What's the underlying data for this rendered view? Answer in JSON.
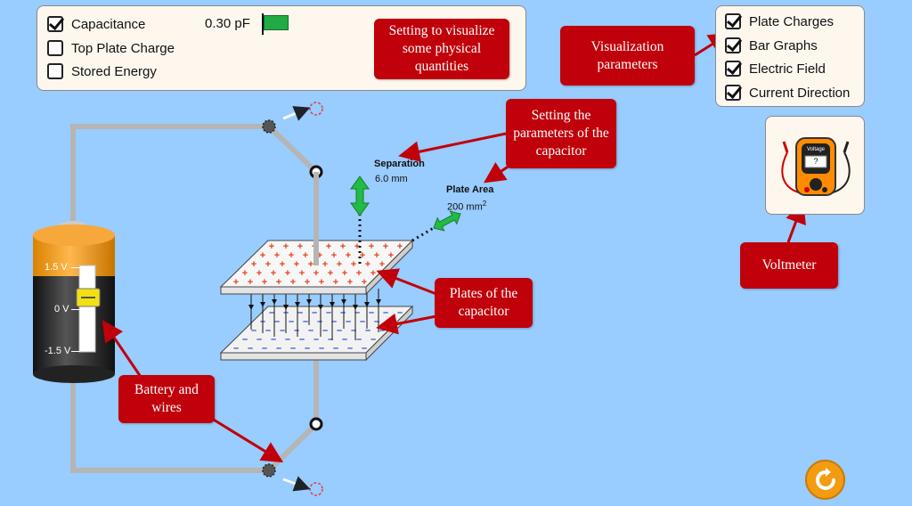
{
  "top_panel": {
    "capacitance": {
      "label": "Capacitance",
      "checked": true,
      "value": "0.30 pF"
    },
    "top_plate_charge": {
      "label": "Top Plate Charge",
      "checked": false
    },
    "stored_energy": {
      "label": "Stored Energy",
      "checked": false
    }
  },
  "viz_panel": {
    "items": [
      {
        "label": "Plate Charges",
        "checked": true
      },
      {
        "label": "Bar Graphs",
        "checked": true
      },
      {
        "label": "Electric Field",
        "checked": true
      },
      {
        "label": "Current Direction",
        "checked": true
      }
    ]
  },
  "capacitor": {
    "separation_label": "Separation",
    "separation_value": "6.0 mm",
    "area_label": "Plate Area",
    "area_value": "200 mm",
    "area_unit_sup": "2"
  },
  "battery": {
    "ticks": [
      "1.5 V",
      "0 V",
      "-1.5 V"
    ]
  },
  "voltmeter": {
    "title": "Voltage",
    "readout": "?"
  },
  "callouts": {
    "settings": "Setting to visualize some physical quantities",
    "visualization": "Visualization parameters",
    "capacitor_params": "Setting the parameters of the capacitor",
    "plates": "Plates of the capacitor",
    "voltmeter": "Voltmeter",
    "battery": "Battery and wires"
  },
  "colors": {
    "background": "#99ccff",
    "callout": "#c0000a",
    "flag": "#22aa44",
    "reset": "#f39c12"
  },
  "icons": {
    "reset": "reset-icon"
  }
}
